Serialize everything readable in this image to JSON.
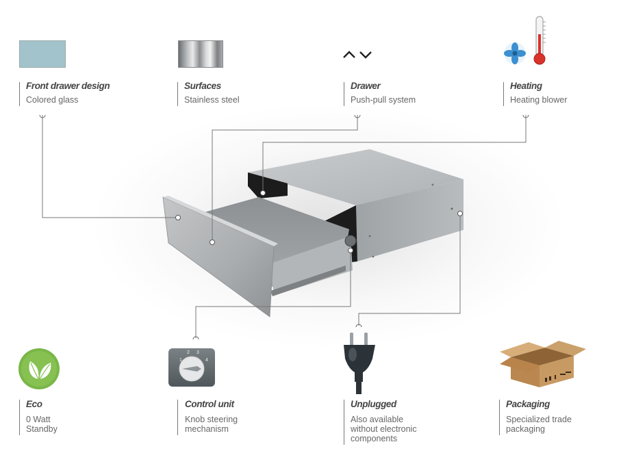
{
  "features_top": [
    {
      "id": "front",
      "icon": "colored-glass-swatch",
      "title": "Front drawer design",
      "desc": "Colored glass"
    },
    {
      "id": "surfaces",
      "icon": "stainless-steel-swatch",
      "title": "Surfaces",
      "desc": "Stainless steel"
    },
    {
      "id": "drawer",
      "icon": "push-pull-icon",
      "title": "Drawer",
      "desc": "Push-pull system"
    },
    {
      "id": "heating",
      "icon": "fan-thermometer-icon",
      "title": "Heating",
      "desc": "Heating blower"
    }
  ],
  "features_bottom": [
    {
      "id": "eco",
      "icon": "eco-leaf-icon",
      "title": "Eco",
      "desc": "0 Watt\nStandby"
    },
    {
      "id": "control",
      "icon": "control-knob-icon",
      "title": "Control unit",
      "desc": "Knob steering\nmechanism"
    },
    {
      "id": "unplugged",
      "icon": "plug-icon",
      "title": "Unplugged",
      "desc": "Also available\nwithout electronic\ncomponents"
    },
    {
      "id": "packaging",
      "icon": "cardboard-box-icon",
      "title": "Packaging",
      "desc": "Specialized trade\npackaging"
    }
  ],
  "knob_numbers": [
    "1",
    "2",
    "3",
    "4"
  ],
  "colors": {
    "glass": "#a3c3cc",
    "eco_green": "#7ab648",
    "plug": "#2b3238",
    "line": "#777777",
    "box": "#c89a63"
  }
}
